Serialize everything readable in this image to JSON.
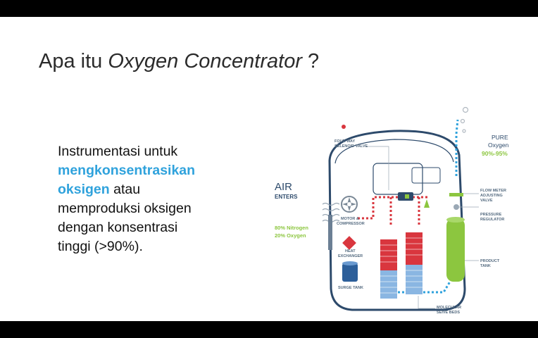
{
  "slide": {
    "title_prefix": "Apa itu ",
    "title_italic": "Oxygen Concentrator",
    "title_suffix": " ?",
    "body": {
      "line1": "Instrumentasi untuk",
      "highlight_a": "mengkonsentrasikan",
      "highlight_b": "oksigen",
      "after_highlight": " atau",
      "line4": "memproduksi oksigen",
      "line5": "dengan konsentrasi",
      "line6": "tinggi (>90%)."
    }
  },
  "diagram": {
    "air_enters_1": "AIR",
    "air_enters_2": "ENTERS",
    "nitrogen": "80% Nitrogen",
    "oxygen_in": "20% Oxygen",
    "pure_1": "PURE",
    "pure_2": "Oxygen",
    "pure_pct": "90%-95%",
    "four_way_1": "FOUR WAY",
    "four_way_2": "SELENOID VALVE",
    "motor_1": "MOTOR &",
    "motor_2": "COMPRESSOR",
    "heat_1": "HEAT",
    "heat_2": "EXCHANGER",
    "surge": "SURGE TANK",
    "flow_1": "FLOW METER",
    "flow_2": "ADJUSTING",
    "flow_3": "VALVE",
    "pressure_1": "PRESSURE",
    "pressure_2": "REGULATOR",
    "product_1": "PRODUCT",
    "product_2": "TANK",
    "sieve_1": "MOLECULAR",
    "sieve_2": "SEIVE BEDS",
    "colors": {
      "blue": "#2fa2dc",
      "red": "#d9363e",
      "green": "#8cc63f",
      "outline": "#2d4a6b"
    }
  }
}
